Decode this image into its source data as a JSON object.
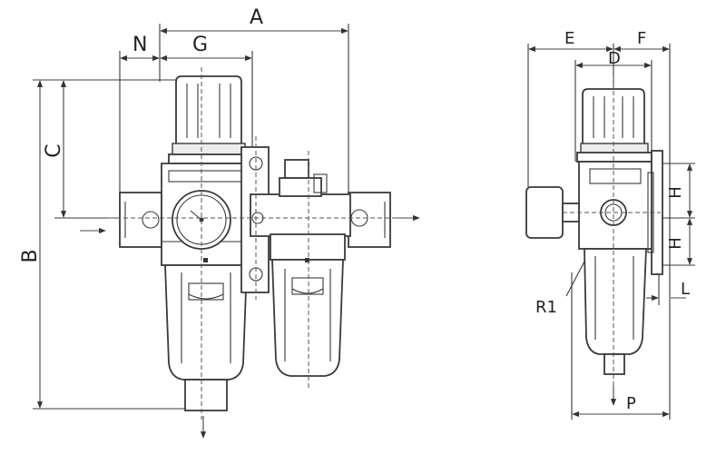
{
  "labels": {
    "A": "A",
    "N": "N",
    "G": "G",
    "B": "B",
    "C": "C",
    "E": "E",
    "F": "F",
    "D": "D",
    "H_upper": "H",
    "H_lower": "H",
    "L": "L",
    "R1": "R1",
    "P": "P"
  },
  "colors": {
    "line": "#3a3a3a",
    "background": "#ffffff"
  }
}
